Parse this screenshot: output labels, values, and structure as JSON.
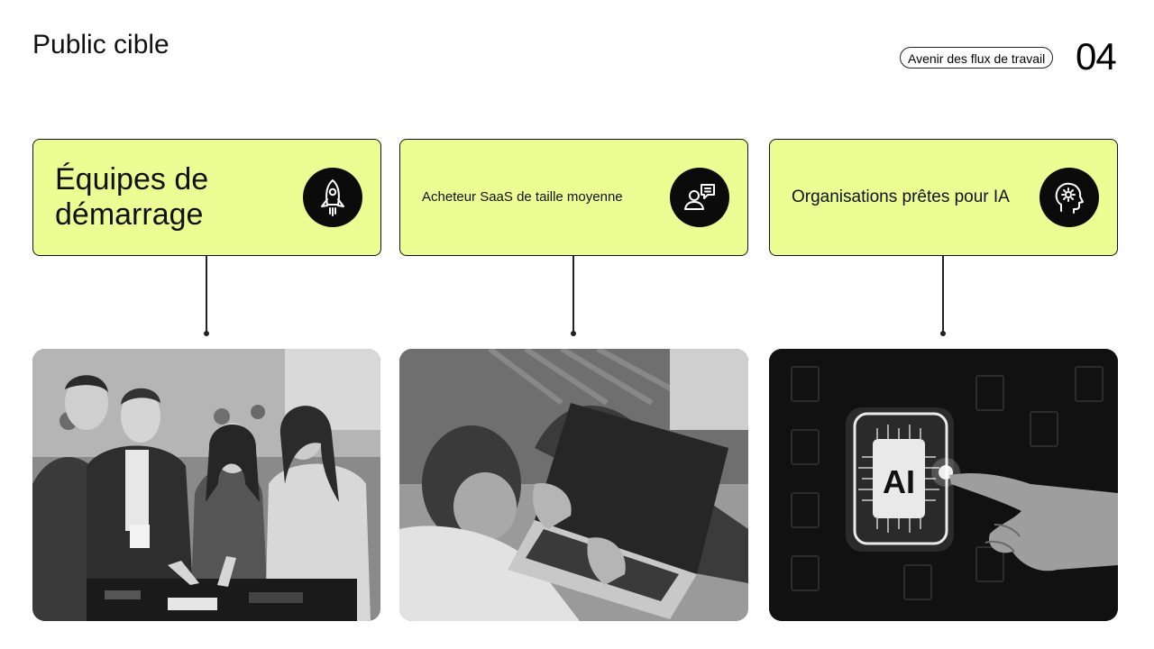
{
  "header": {
    "title": "Public cible",
    "section_label": "Avenir des flux de travail",
    "page_number": "04"
  },
  "cards": [
    {
      "label": "Équipes de démarrage",
      "icon": "rocket-icon"
    },
    {
      "label": "Acheteur SaaS de taille moyenne",
      "icon": "user-chat-icon"
    },
    {
      "label": "Organisations prêtes pour IA",
      "icon": "head-gear-icon"
    }
  ],
  "photos": [
    {
      "subject": "people-at-touch-table-photo"
    },
    {
      "subject": "person-typing-laptop-photo"
    },
    {
      "subject": "ai-chip-hand-photo",
      "chip_text": "AI"
    }
  ]
}
